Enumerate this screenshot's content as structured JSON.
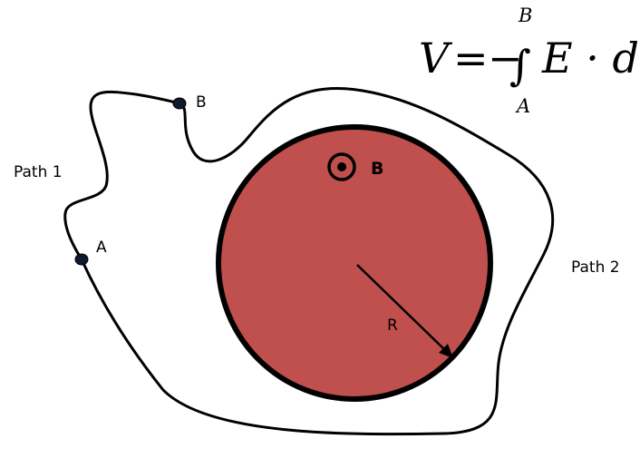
{
  "equation": {
    "lhs": "V",
    "equals": "=",
    "minus": "−",
    "integral_sign": "∫",
    "upper_limit": "B",
    "lower_limit": "A",
    "integrand": "E · dl"
  },
  "labels": {
    "path1": "Path 1",
    "path2": "Path 2",
    "point_a": "A",
    "point_b": "B",
    "magnetic_field": "B",
    "radius": "R"
  },
  "colors": {
    "disk_fill": "#c0504d",
    "stroke": "#000000",
    "point_fill": "#0f1a2e"
  },
  "icons": {
    "field_direction": "out-of-page-dot-icon"
  }
}
